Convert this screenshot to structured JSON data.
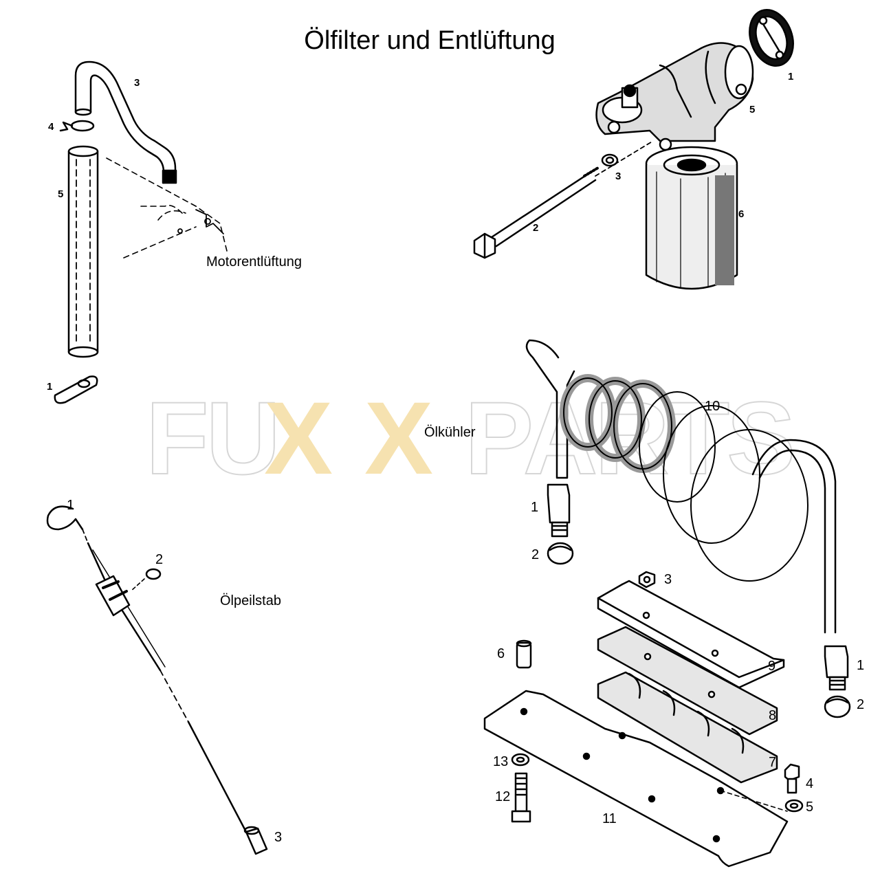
{
  "title": "Ölfilter und Entlüftung",
  "watermark": {
    "prefix": "FU",
    "x1": "X",
    "x2": "X",
    "suffix": "PARTS",
    "outline_color": "#d6d6d6",
    "x_color": "#f6e2b0"
  },
  "sections": {
    "motorentlueftung": {
      "label": "Motorentlüftung",
      "callouts": [
        "3",
        "4",
        "5",
        "1"
      ]
    },
    "oelfilter": {
      "callouts": [
        "1",
        "5",
        "3",
        "6",
        "2"
      ]
    },
    "oelkuehler": {
      "label": "Ölkühler",
      "callouts": [
        "10",
        "1",
        "2",
        "3",
        "6",
        "9",
        "8",
        "7",
        "13",
        "12",
        "11",
        "4",
        "5",
        "1",
        "2"
      ]
    },
    "oelpeilstab": {
      "label": "Ölpeilstab",
      "callouts": [
        "1",
        "2",
        "3"
      ]
    }
  }
}
